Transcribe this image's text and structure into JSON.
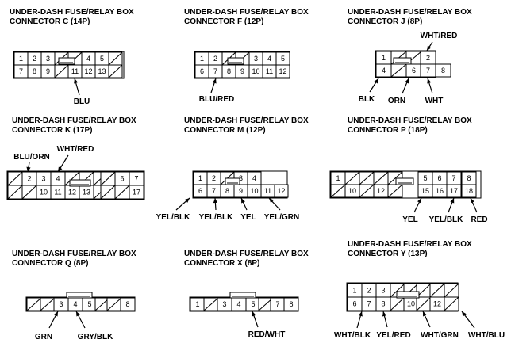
{
  "connectors": [
    {
      "id": "C",
      "title": [
        "UNDER-DASH FUSE/RELAY BOX",
        "CONNECTOR C (14P)"
      ],
      "top": [
        "1",
        "2",
        "3",
        "",
        "",
        "4",
        "5",
        ""
      ],
      "bottom": [
        "7",
        "8",
        "9",
        "",
        "11",
        "12",
        "13",
        ""
      ],
      "wires": [
        {
          "label": "BLU"
        }
      ]
    },
    {
      "id": "F",
      "title": [
        "UNDER-DASH FUSE/RELAY BOX",
        "CONNECTOR F (12P)"
      ],
      "top": [
        "1",
        "2",
        "",
        "",
        "3",
        "4",
        "5"
      ],
      "bottom": [
        "6",
        "7",
        "8",
        "9",
        "10",
        "11",
        "12"
      ],
      "wires": [
        {
          "label": "BLU/RED"
        }
      ]
    },
    {
      "id": "J",
      "title": [
        "UNDER-DASH FUSE/RELAY BOX",
        "CONNECTOR J (8P)"
      ],
      "top": [
        "1",
        "",
        "",
        "2"
      ],
      "bottom": [
        "4",
        "",
        "6",
        "7",
        "8"
      ],
      "wires": [
        {
          "label": "WHT/RED"
        },
        {
          "label": "BLK"
        },
        {
          "label": "ORN"
        },
        {
          "label": "WHT"
        }
      ]
    },
    {
      "id": "K",
      "title": [
        "UNDER-DASH FUSE/RELAY BOX",
        "CONNECTOR K (17P)"
      ],
      "top": [
        "",
        "2",
        "3",
        "4",
        "",
        "",
        "",
        "",
        "6",
        "7"
      ],
      "bottom": [
        "",
        "",
        "10",
        "11",
        "12",
        "13",
        "",
        "",
        "",
        "17"
      ],
      "wires": [
        {
          "label": "BLU/ORN"
        },
        {
          "label": "WHT/RED"
        }
      ]
    },
    {
      "id": "M",
      "title": [
        "UNDER-DASH FUSE/RELAY BOX",
        "CONNECTOR M (12P)"
      ],
      "top": [
        "1",
        "2",
        "",
        "3",
        "4"
      ],
      "bottom": [
        "6",
        "7",
        "8",
        "9",
        "10",
        "11",
        "12"
      ],
      "wires": [
        {
          "label": "YEL/BLK"
        },
        {
          "label": "YEL/BLK"
        },
        {
          "label": "YEL"
        },
        {
          "label": "YEL/GRN"
        }
      ]
    },
    {
      "id": "P",
      "title": [
        "UNDER-DASH FUSE/RELAY BOX",
        "CONNECTOR P (18P)"
      ],
      "top": [
        "1",
        "",
        "",
        "",
        "",
        "5",
        "6",
        "7",
        "8"
      ],
      "bottom": [
        "",
        "10",
        "",
        "12",
        "",
        "15",
        "16",
        "17",
        "18"
      ],
      "wires": [
        {
          "label": "YEL"
        },
        {
          "label": "YEL/BLK"
        },
        {
          "label": "RED"
        }
      ]
    },
    {
      "id": "Q",
      "title": [
        "UNDER-DASH FUSE/RELAY BOX",
        "CONNECTOR Q (8P)"
      ],
      "row": [
        "",
        "",
        "3",
        "4",
        "5",
        "",
        "",
        "8"
      ],
      "wires": [
        {
          "label": "GRN"
        },
        {
          "label": "GRY/BLK"
        }
      ]
    },
    {
      "id": "X",
      "title": [
        "UNDER-DASH FUSE/RELAY BOX",
        "CONNECTOR X (8P)"
      ],
      "row": [
        "1",
        "",
        "3",
        "4",
        "5",
        "",
        "7",
        "8"
      ],
      "wires": [
        {
          "label": "RED/WHT"
        }
      ]
    },
    {
      "id": "Y",
      "title": [
        "UNDER-DASH FUSE/RELAY BOX",
        "CONNECTOR Y (13P)"
      ],
      "top": [
        "1",
        "2",
        "3",
        "",
        "",
        "",
        "",
        ""
      ],
      "bottom": [
        "6",
        "7",
        "8",
        "",
        "10",
        "",
        "12",
        ""
      ],
      "wires": [
        {
          "label": "WHT/BLK"
        },
        {
          "label": "YEL/RED"
        },
        {
          "label": "WHT/GRN"
        },
        {
          "label": "WHT/BLU"
        }
      ]
    }
  ]
}
